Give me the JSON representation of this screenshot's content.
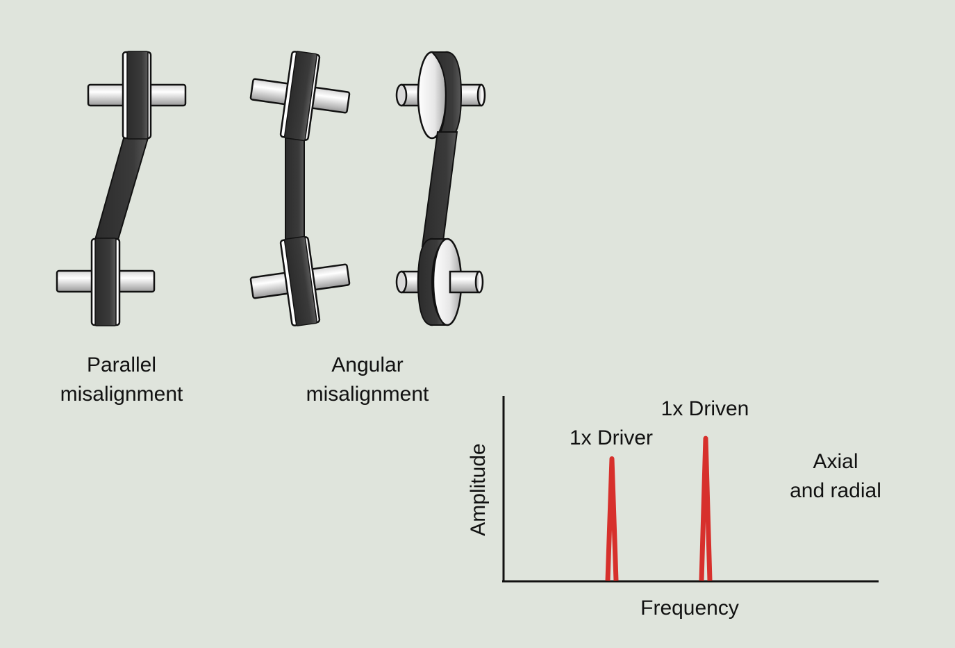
{
  "background": "#dfe4dc",
  "colors": {
    "belt": "#3a3a3a",
    "belt_highlight": "#6a6a6a",
    "shaft_light": "#f4f4f4",
    "shaft_dark": "#9a9a9a",
    "outline": "#111111",
    "spectrum_peak": "#d7302c",
    "axis": "#111111"
  },
  "diagrams": {
    "parallel": {
      "label_line1": "Parallel",
      "label_line2": "misalignment"
    },
    "angular": {
      "label_line1": "Angular",
      "label_line2": "misalignment"
    }
  },
  "spectrum": {
    "y_label": "Amplitude",
    "x_label": "Frequency",
    "note_line1": "Axial",
    "note_line2": "and radial",
    "peaks": [
      {
        "label": "1x Driver",
        "relative_amplitude": 0.66
      },
      {
        "label": "1x Driven",
        "relative_amplitude": 0.77
      }
    ]
  }
}
